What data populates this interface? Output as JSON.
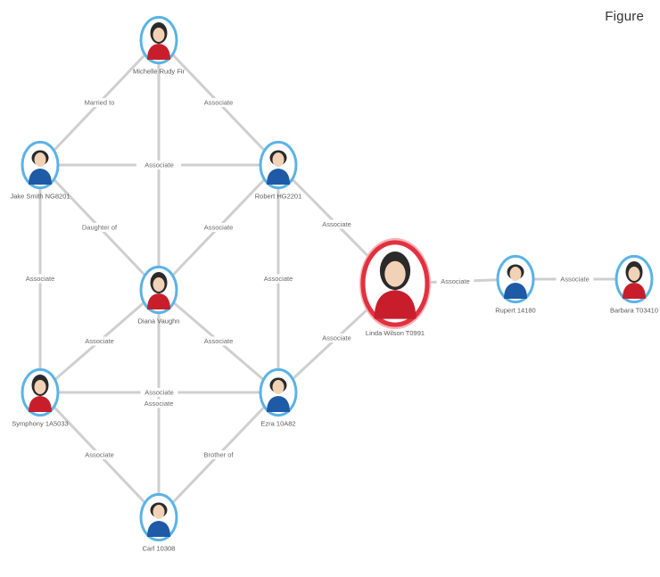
{
  "figure": {
    "title": "Figure"
  },
  "colors": {
    "male_fill": "#1f5aa6",
    "female_fill": "#c81e2c",
    "ring_normal": "#5ab3e6",
    "ring_focus": "#e3303f",
    "focus_halo": "#f5b3b8",
    "edge": "#cfcfcf",
    "skin": "#f2d2b6",
    "hair": "#2a2a2a"
  },
  "diagram": {
    "nodes": [
      {
        "id": "michelle",
        "label": "Michelle Rudy Fir",
        "gender": "female",
        "focus": false
      },
      {
        "id": "jake",
        "label": "Jake Smith NG8201",
        "gender": "male",
        "focus": false
      },
      {
        "id": "robert",
        "label": "Robert HG2201",
        "gender": "male",
        "focus": false
      },
      {
        "id": "diana",
        "label": "Diana Vaughn",
        "gender": "female",
        "focus": false
      },
      {
        "id": "linda",
        "label": "Linda Wilson T0991",
        "gender": "female",
        "focus": true
      },
      {
        "id": "rupert",
        "label": "Rupert 14180",
        "gender": "male",
        "focus": false
      },
      {
        "id": "barbara",
        "label": "Barbara T03410",
        "gender": "female",
        "focus": false
      },
      {
        "id": "symphony",
        "label": "Symphony 1A5033",
        "gender": "female",
        "focus": false
      },
      {
        "id": "ezra",
        "label": "Ezra 10A82",
        "gender": "male",
        "focus": false
      },
      {
        "id": "carl",
        "label": "Carl 10308",
        "gender": "male",
        "focus": false
      }
    ],
    "edges": [
      {
        "from": "jake",
        "to": "michelle",
        "label": "Married to"
      },
      {
        "from": "michelle",
        "to": "robert",
        "label": "Associate"
      },
      {
        "from": "michelle",
        "to": "diana",
        "label": "Daughter of"
      },
      {
        "from": "jake",
        "to": "robert",
        "label": "Associate"
      },
      {
        "from": "jake",
        "to": "diana",
        "label": "Daughter of"
      },
      {
        "from": "robert",
        "to": "diana",
        "label": "Associate"
      },
      {
        "from": "robert",
        "to": "linda",
        "label": "Associate"
      },
      {
        "from": "jake",
        "to": "symphony",
        "label": "Associate"
      },
      {
        "from": "robert",
        "to": "ezra",
        "label": "Associate"
      },
      {
        "from": "diana",
        "to": "symphony",
        "label": "Associate"
      },
      {
        "from": "diana",
        "to": "ezra",
        "label": "Associate"
      },
      {
        "from": "diana",
        "to": "carl",
        "label": "Associate"
      },
      {
        "from": "symphony",
        "to": "ezra",
        "label": "Associate"
      },
      {
        "from": "symphony",
        "to": "carl",
        "label": "Associate"
      },
      {
        "from": "ezra",
        "to": "carl",
        "label": "Brother of"
      },
      {
        "from": "ezra",
        "to": "linda",
        "label": "Associate"
      },
      {
        "from": "linda",
        "to": "rupert",
        "label": "Associate"
      },
      {
        "from": "rupert",
        "to": "barbara",
        "label": "Associate"
      }
    ]
  }
}
